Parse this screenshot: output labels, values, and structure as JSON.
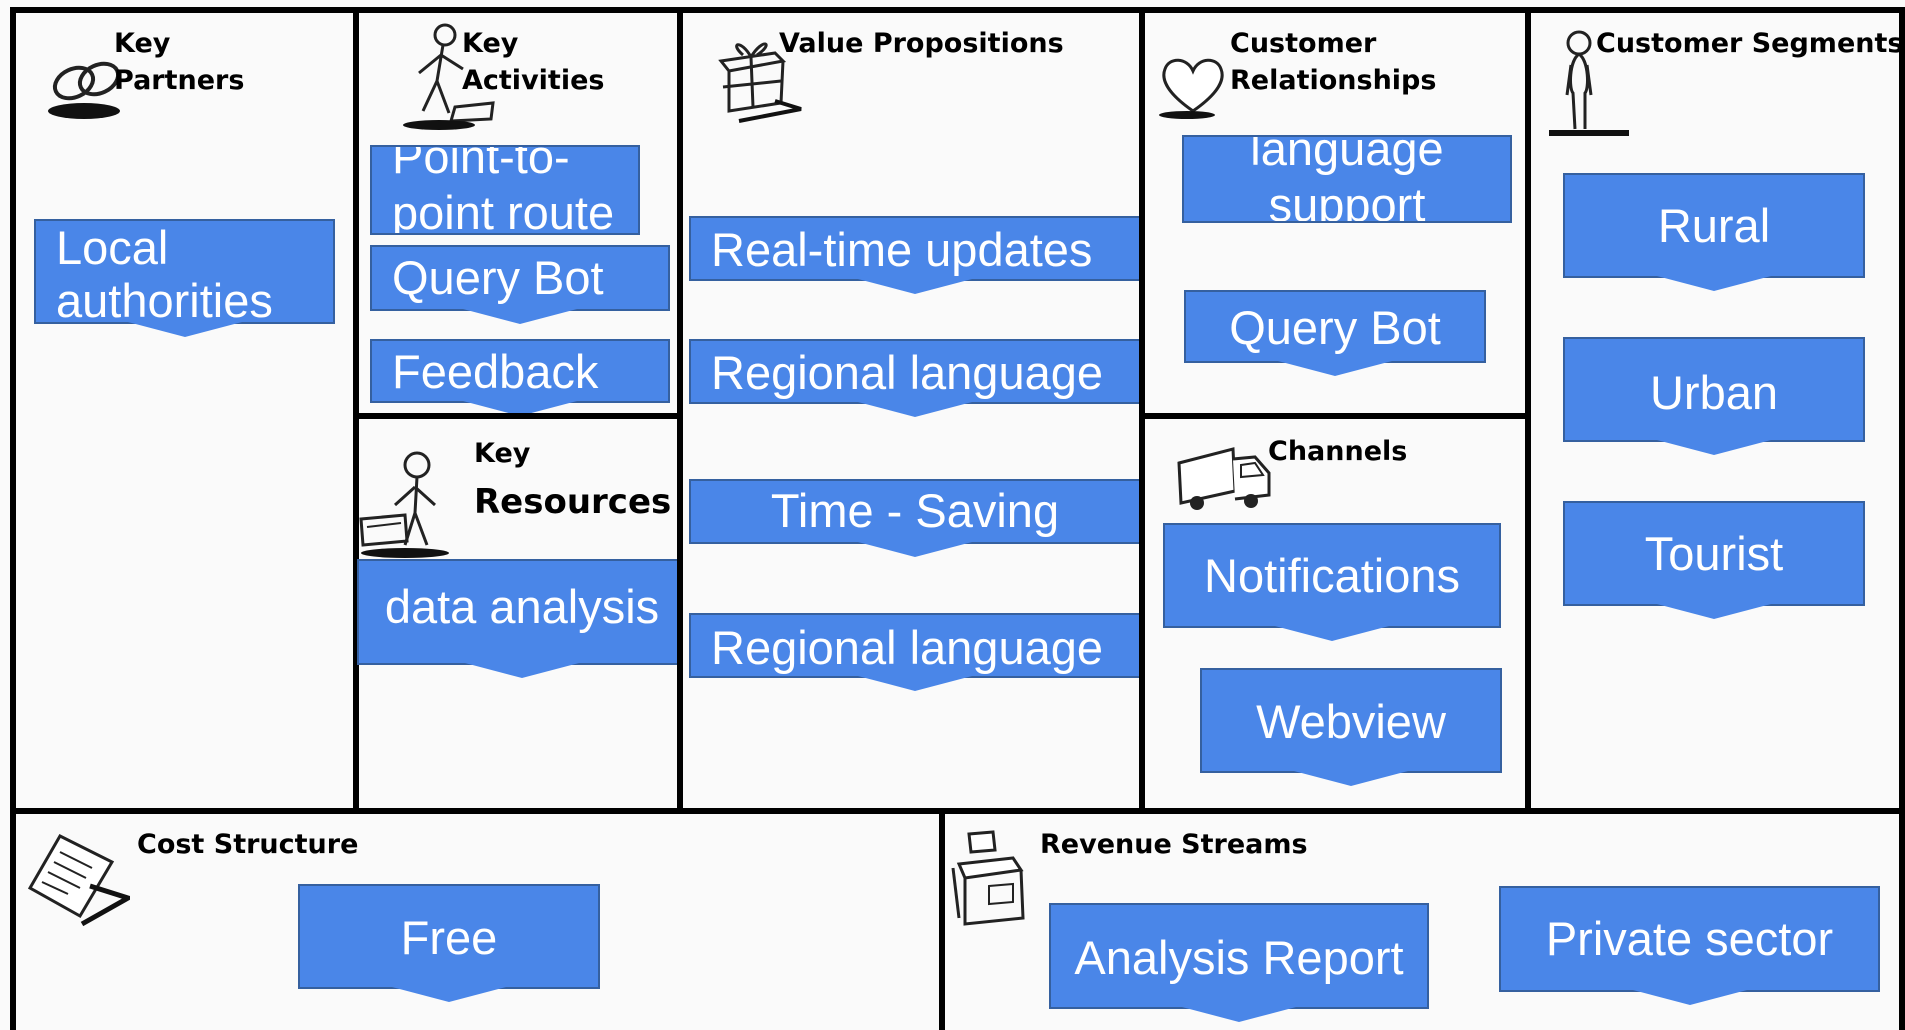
{
  "blocks": {
    "key_partners": {
      "title": [
        "Key",
        "Partners"
      ],
      "notes": [
        "Local",
        "authorities"
      ]
    },
    "key_activities": {
      "title": [
        "Key",
        "Activities"
      ],
      "notes": {
        "route": [
          "Point-to-",
          "point route"
        ],
        "bot": "Query Bot",
        "feedback": "Feedback"
      }
    },
    "key_resources": {
      "title": [
        "Key",
        "Resources"
      ],
      "notes": {
        "analysis": "data analysis"
      }
    },
    "value_propositions": {
      "title": "Value Propositions",
      "notes": {
        "updates": "Real-time updates",
        "language1": "Regional language",
        "saving": "Time - Saving",
        "language2": "Regional language"
      }
    },
    "customer_relationships": {
      "title": [
        "Customer",
        "Relationships"
      ],
      "notes": {
        "support": [
          "language",
          "support"
        ],
        "bot": "Query Bot"
      }
    },
    "channels": {
      "title": "Channels",
      "notes": {
        "notifications": "Notifications",
        "webview": "Webview"
      }
    },
    "customer_segments": {
      "title": "Customer Segments",
      "notes": {
        "rural": "Rural",
        "urban": "Urban",
        "tourist": "Tourist"
      }
    },
    "cost_structure": {
      "title": "Cost Structure",
      "notes": {
        "free": "Free"
      }
    },
    "revenue_streams": {
      "title": "Revenue Streams",
      "notes": {
        "report": "Analysis Report",
        "private": "Private sector"
      }
    }
  },
  "colors": {
    "note_fill": "#4a86e8",
    "note_border": "#35609f",
    "border": "#000000",
    "background": "#fafafa"
  },
  "icons": [
    "chain-link-icon",
    "digging-person-icon",
    "gift-box-icon",
    "heart-icon",
    "standing-person-icon",
    "person-with-materials-icon",
    "delivery-truck-icon",
    "invoice-document-icon",
    "cash-register-icon"
  ]
}
